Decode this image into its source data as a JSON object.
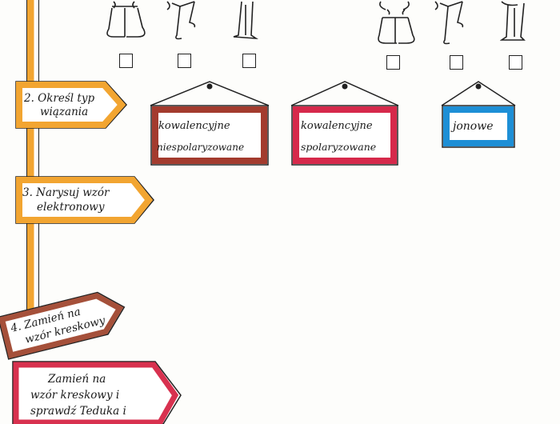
{
  "worksheet": {
    "checkboxes": [
      {
        "id": "cb1",
        "checked": false
      },
      {
        "id": "cb2",
        "checked": false
      },
      {
        "id": "cb3",
        "checked": false
      },
      {
        "id": "cb4",
        "checked": false
      },
      {
        "id": "cb5",
        "checked": false
      },
      {
        "id": "cb6",
        "checked": false
      }
    ],
    "signposts": [
      {
        "step": "2",
        "line1": "2. Określ typ",
        "line2": "wiązania",
        "color": "#f2a531"
      },
      {
        "step": "3",
        "line1": "3. Narysuj wzór",
        "line2": "elektronowy",
        "color": "#f2a531"
      },
      {
        "step": "4",
        "line1": "4. Zamień na",
        "line2": "wzór kreskowy",
        "color": "#a5503a"
      },
      {
        "step": "5",
        "line1": "Zamień na",
        "line2": "wzór kreskowy i",
        "line3": "sprawdź Teduka i",
        "color": "#d8314f"
      }
    ],
    "plaques": [
      {
        "line1": "kowalencyjne",
        "line2": "niespolaryzowane",
        "color": "#a33b2e"
      },
      {
        "line1": "kowalencyjne",
        "line2": "spolaryzowane",
        "color": "#d6294b"
      },
      {
        "line1": "jonowe",
        "line2": "",
        "color": "#1e8fd6"
      }
    ],
    "pole_color": "#f2a531"
  }
}
